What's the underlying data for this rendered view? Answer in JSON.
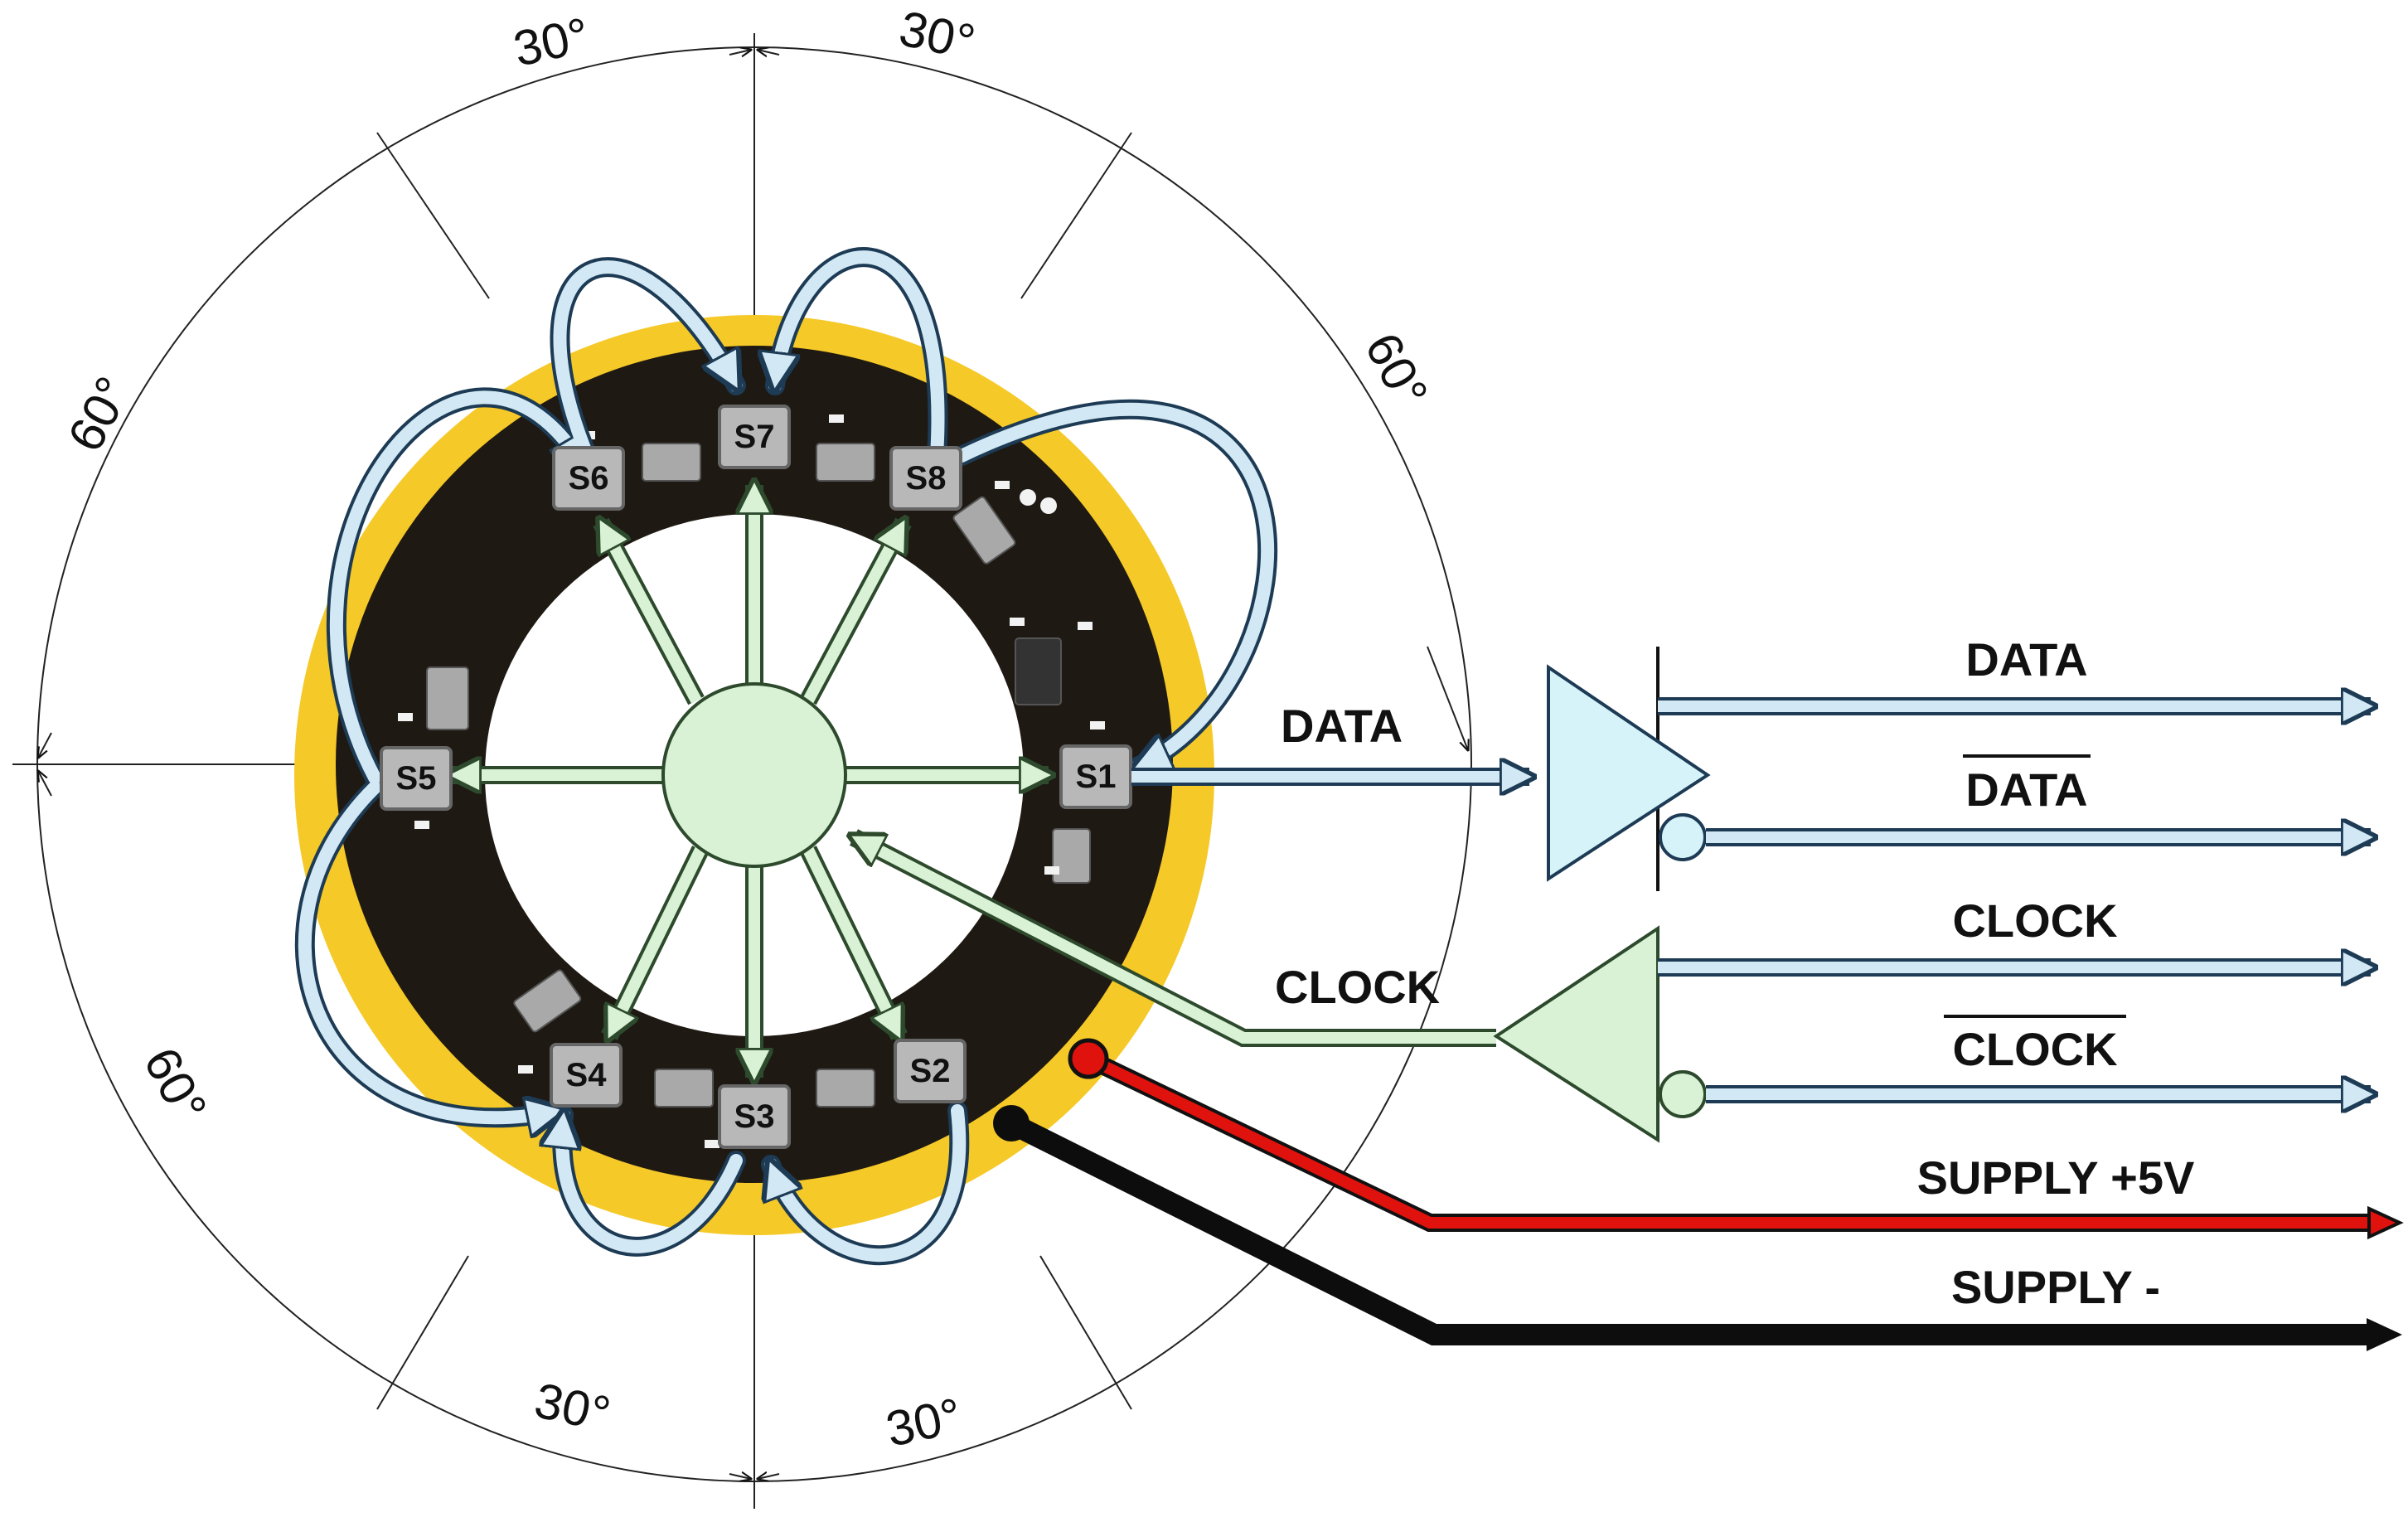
{
  "angles": {
    "top_left": "30°",
    "top_right": "30°",
    "upper_left": "60°",
    "upper_right": "60°",
    "lower_left": "60°",
    "bottom_left": "30°",
    "bottom_right": "30°"
  },
  "sensors": {
    "s1": "S1",
    "s2": "S2",
    "s3": "S3",
    "s4": "S4",
    "s5": "S5",
    "s6": "S6",
    "s7": "S7",
    "s8": "S8"
  },
  "signals": {
    "data_in": "DATA",
    "clock_in": "CLOCK",
    "data_out": "DATA",
    "data_out_inverted": "DATA",
    "clock_out": "CLOCK",
    "clock_out_inverted": "CLOCK",
    "supply_pos": "SUPPLY +5V",
    "supply_neg": "SUPPLY -"
  },
  "colors": {
    "pcb": "#1f1913",
    "ring": "#f5c928",
    "hub": "#d9f2d6",
    "data_arrow": "#d2e8f4",
    "clock_arrow": "#d9f2d6",
    "supply_pos": "#e0120e",
    "supply_neg": "#0d0d0d"
  }
}
